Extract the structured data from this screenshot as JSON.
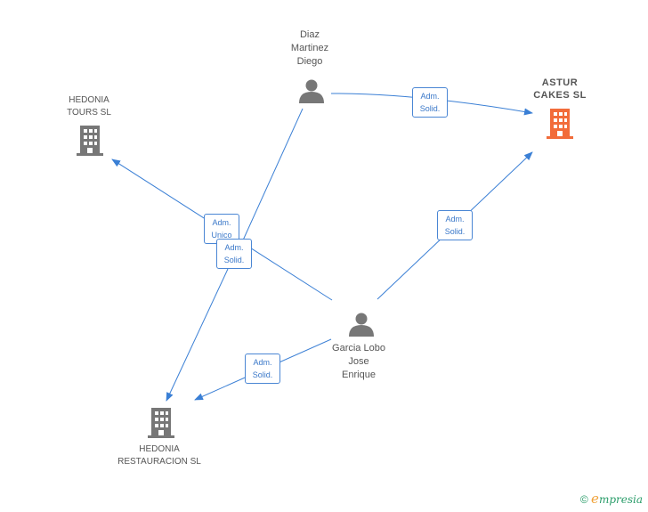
{
  "colors": {
    "edge": "#3a7fd5",
    "company": "#777777",
    "company_highlight": "#f26c3a",
    "person": "#777777",
    "brand": "#2a9d6a"
  },
  "nodes": {
    "diaz": {
      "label": "Diaz\nMartinez\nDiego",
      "icon": "person-icon"
    },
    "garcia": {
      "label": "Garcia Lobo\nJose\nEnrique",
      "icon": "person-icon"
    },
    "astur": {
      "label": "ASTUR\nCAKES  SL",
      "icon": "building-icon"
    },
    "hedonia_tours": {
      "label": "HEDONIA\nTOURS  SL",
      "icon": "building-icon"
    },
    "hedonia_rest": {
      "label": "HEDONIA\nRESTAURACION SL",
      "icon": "building-icon"
    }
  },
  "edges": [
    {
      "from": "diaz",
      "to": "astur",
      "label": "Adm.\nSolid."
    },
    {
      "from": "garcia",
      "to": "hedonia_tours",
      "label": "Adm.\nUnico"
    },
    {
      "from": "diaz",
      "to": "hedonia_rest",
      "label": "Adm.\nSolid."
    },
    {
      "from": "garcia",
      "to": "astur",
      "label": "Adm.\nSolid."
    },
    {
      "from": "garcia",
      "to": "hedonia_rest",
      "label": "Adm.\nSolid."
    }
  ],
  "footer": {
    "copyright": "©",
    "brand_initial": "e",
    "brand_rest": "mpresia"
  }
}
